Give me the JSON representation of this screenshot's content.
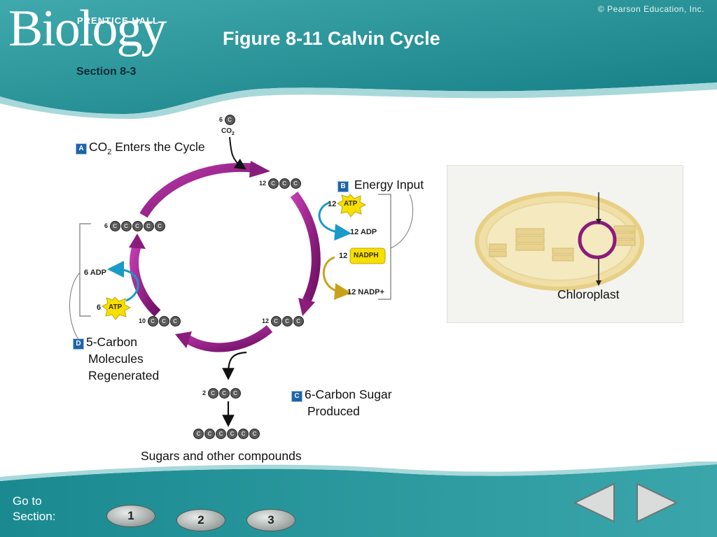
{
  "header": {
    "copyright": "© Pearson Education, Inc.",
    "publisher": "PRENTICE HALL",
    "logo_text": "Biology",
    "title": "Figure 8-11 Calvin Cycle",
    "section": "Section 8-3"
  },
  "diagram": {
    "step_a": {
      "tag": "A",
      "label_pre": "CO",
      "label_sub": "2",
      "label_post": " Enters the Cycle"
    },
    "step_b": {
      "tag": "B",
      "label": "Energy Input"
    },
    "step_c": {
      "tag": "C",
      "line1": "6-Carbon Sugar",
      "line2": "Produced"
    },
    "step_d": {
      "tag": "D",
      "line1": "5-Carbon",
      "line2": "Molecules",
      "line3": "Regenerated"
    },
    "co2_count": "6",
    "co2_label_pre": "CO",
    "co2_label_sub": "2",
    "carbon_letter": "C",
    "top_right_count": "12",
    "right_bottom_count": "12",
    "left_bottom_count": "10",
    "left_top_count": "6",
    "sugar_out_count": "2",
    "atp_in_count": "12",
    "atp_label": "ATP",
    "adp_out": "12 ADP",
    "nadph_count": "12",
    "nadph_label": "NADPH",
    "nadp_out": "12 NADP+",
    "left_adp": "6 ADP",
    "left_atp_count": "6",
    "left_atp_label": "ATP",
    "final_label": "Sugars and other compounds",
    "chloroplast_label": "Chloroplast"
  },
  "footer": {
    "goto_line1": "Go to",
    "goto_line2": "Section:",
    "btn1": "1",
    "btn2": "2",
    "btn3": "3"
  },
  "colors": {
    "teal": "#1e8f95",
    "purple": "#8a1c7c",
    "tag_blue": "#1f63a8",
    "atp_yellow": "#f6e000"
  }
}
